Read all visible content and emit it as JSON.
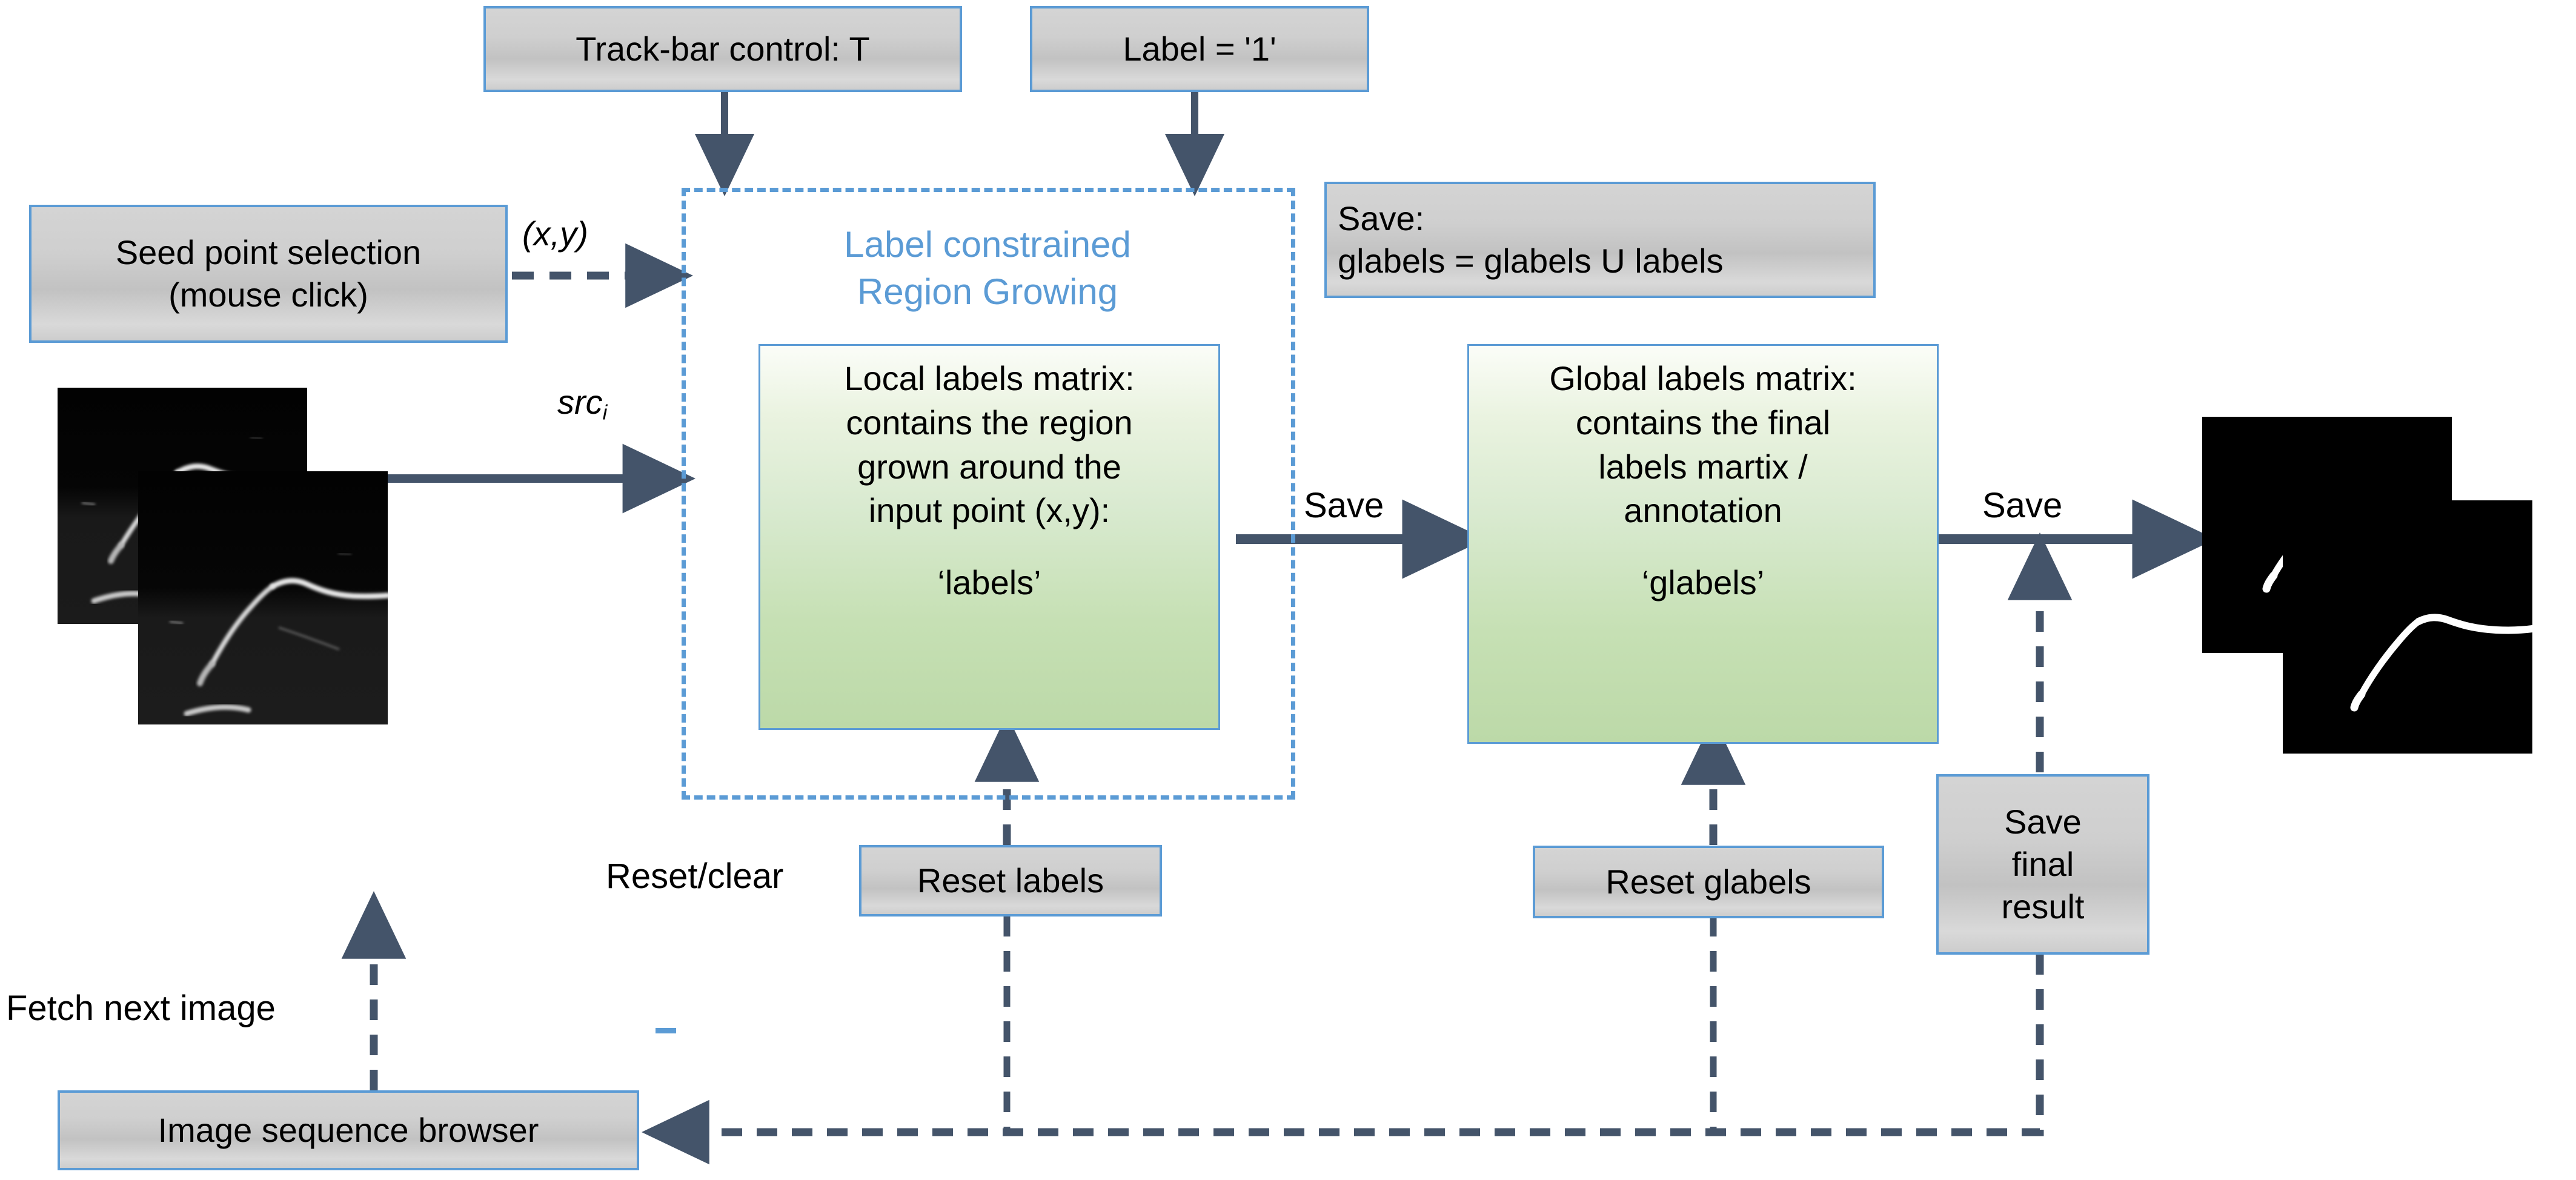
{
  "diagram": {
    "title": "Label constrained region growing annotation workflow",
    "colors": {
      "box_border": "#5B9BD5",
      "group_border": "#5B9BD5",
      "arrow": "#44546A",
      "group_title_text": "#5B9BD5",
      "green_fill": "#C6E0B4",
      "gray_fill": "#C8C8C8",
      "mask_foreground": "#FFFFFF",
      "mask_background": "#000000"
    }
  },
  "boxes": {
    "track_bar": "Track-bar control: T",
    "label_value": "Label = '1'",
    "seed_point_line1": "Seed point selection",
    "seed_point_line2": "(mouse click)",
    "save_union_line1": "Save:",
    "save_union_line2": "glabels = glabels U labels",
    "local_labels": {
      "line1": "Local labels matrix:",
      "line2": "contains the region",
      "line3": "grown around the",
      "line4": "input point (x,y):",
      "tag": "‘labels’"
    },
    "global_labels": {
      "line1": "Global labels matrix:",
      "line2": "contains the final",
      "line3": "labels martix /",
      "line4": "annotation",
      "tag": "‘glabels’"
    },
    "reset_labels": "Reset labels",
    "reset_glabels": "Reset glabels",
    "save_final_line1": "Save",
    "save_final_line2": "final",
    "save_final_line3": "result",
    "image_browser": "Image sequence browser"
  },
  "group": {
    "title_line1": "Label constrained",
    "title_line2": "Region Growing"
  },
  "edge_labels": {
    "xy": "(x,y)",
    "src_base": "src",
    "src_sub": "i",
    "save_1": "Save",
    "save_2": "Save",
    "reset_clear": "Reset/clear",
    "fetch_next": "Fetch next image"
  },
  "images": {
    "input_caption": "input-microscopy-frames",
    "output_caption": "binary-label-mask-frames"
  }
}
